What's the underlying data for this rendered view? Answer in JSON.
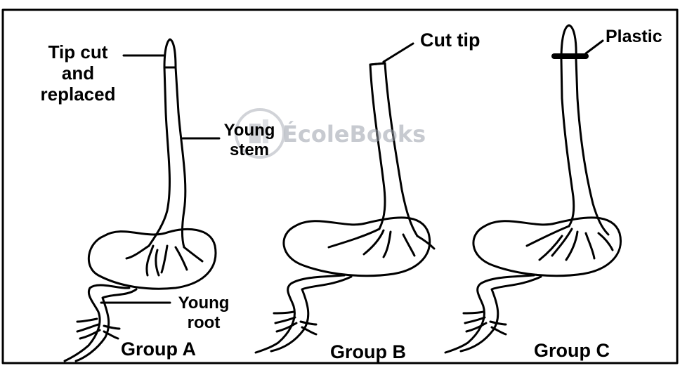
{
  "watermark": {
    "text": "ÉcoleBooks"
  },
  "groups": [
    {
      "title": "Group A",
      "labels": {
        "tip": [
          "Tip cut",
          "and",
          "replaced"
        ],
        "stem": [
          "Young",
          "stem"
        ],
        "root": [
          "Young",
          "root"
        ]
      }
    },
    {
      "title": "Group B",
      "labels": {
        "tip": [
          "Cut tip"
        ]
      }
    },
    {
      "title": "Group C",
      "labels": {
        "tip": [
          "Plastic"
        ]
      }
    }
  ],
  "colors": {
    "line": "#000000",
    "background": "#ffffff",
    "watermark": "#9aa0aa"
  }
}
